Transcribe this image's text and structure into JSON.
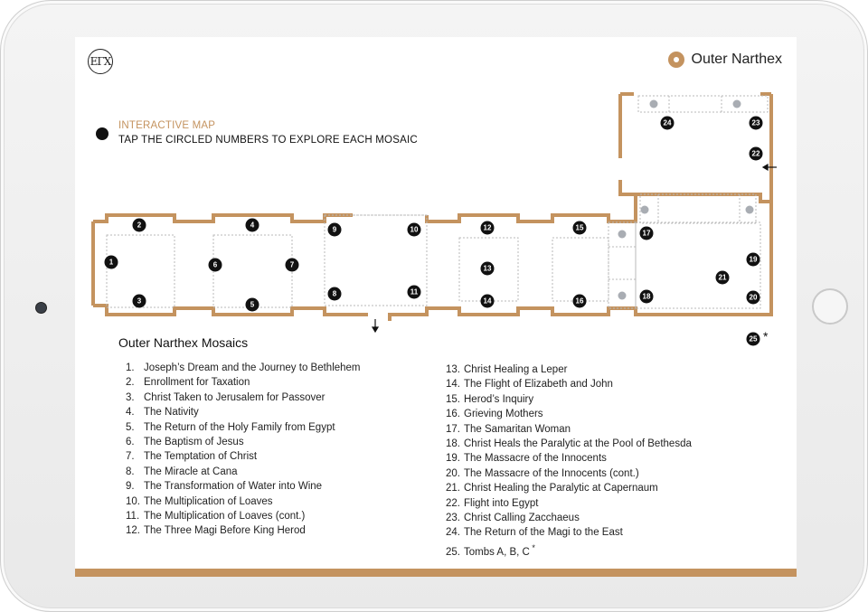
{
  "header": {
    "logo_text": "ΕΓX",
    "location_label": "Outer Narthex"
  },
  "legend": {
    "title": "INTERACTIVE MAP",
    "subtitle": "TAP THE CIRCLED NUMBERS TO EXPLORE EACH MOSAIC"
  },
  "map": {
    "markers": [
      "1",
      "2",
      "3",
      "4",
      "5",
      "6",
      "7",
      "8",
      "9",
      "10",
      "11",
      "12",
      "13",
      "14",
      "15",
      "16",
      "17",
      "18",
      "19",
      "20",
      "21",
      "22",
      "23",
      "24",
      "25"
    ],
    "tombs_asterisk": "*"
  },
  "section_title": "Outer Narthex Mosaics",
  "mosaics_left": [
    {
      "num": "1.",
      "title": "Joseph’s Dream and the Journey to Bethlehem"
    },
    {
      "num": "2.",
      "title": "Enrollment for Taxation"
    },
    {
      "num": "3.",
      "title": "Christ Taken to Jerusalem for Passover"
    },
    {
      "num": "4.",
      "title": "The Nativity"
    },
    {
      "num": "5.",
      "title": "The Return of the Holy Family from Egypt"
    },
    {
      "num": "6.",
      "title": "The Baptism of Jesus"
    },
    {
      "num": "7.",
      "title": "The Temptation of Christ"
    },
    {
      "num": "8.",
      "title": "The Miracle at Cana"
    },
    {
      "num": "9.",
      "title": "The Transformation of Water into Wine"
    },
    {
      "num": "10.",
      "title": "The Multiplication of Loaves"
    },
    {
      "num": "11.",
      "title": "The Multiplication of Loaves (cont.)"
    },
    {
      "num": "12.",
      "title": "The Three Magi Before King Herod"
    }
  ],
  "mosaics_right": [
    {
      "num": "13.",
      "title": "Christ Healing a Leper"
    },
    {
      "num": "14.",
      "title": "The Flight of Elizabeth and John"
    },
    {
      "num": "15.",
      "title": "Herod’s Inquiry"
    },
    {
      "num": "16.",
      "title": "Grieving Mothers"
    },
    {
      "num": "17.",
      "title": "The Samaritan Woman"
    },
    {
      "num": "18.",
      "title": "Christ Heals the Paralytic at the Pool of Bethesda"
    },
    {
      "num": "19.",
      "title": "The Massacre of the Innocents"
    },
    {
      "num": "20.",
      "title": "The Massacre of the Innocents (cont.)"
    },
    {
      "num": "21.",
      "title": "Christ Healing the Paralytic at Capernaum"
    },
    {
      "num": "22.",
      "title": "Flight into Egypt"
    },
    {
      "num": "23.",
      "title": "Christ Calling Zacchaeus"
    },
    {
      "num": "24.",
      "title": "The Return of the Magi to the East"
    },
    {
      "num": "25.",
      "title": "Tombs A, B, C"
    }
  ],
  "tombs_footnote": "*",
  "colors": {
    "accent": "#c4935f",
    "marker": "#111111",
    "column": "#a9adb3"
  }
}
